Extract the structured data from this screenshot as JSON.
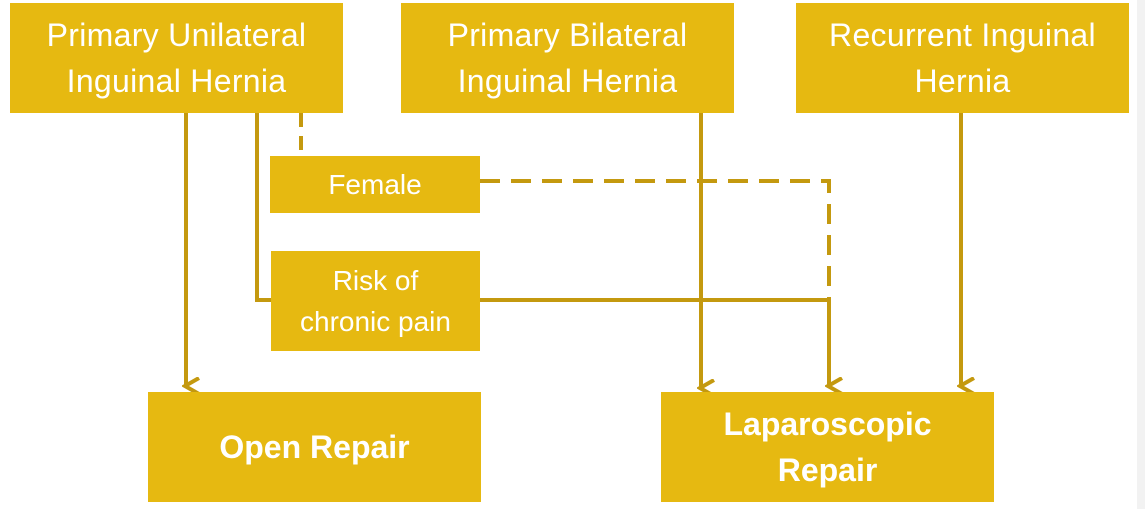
{
  "colors": {
    "box_fill": "#e6b911",
    "line_color": "#c4990f",
    "text_color": "#ffffff"
  },
  "nodes": {
    "primary_unilateral": "Primary Unilateral\nInguinal Hernia",
    "primary_bilateral": "Primary Bilateral\nInguinal Hernia",
    "recurrent": "Recurrent Inguinal\nHernia",
    "female": "Female",
    "chronic_pain": "Risk of\nchronic pain",
    "open_repair": "Open Repair",
    "laparoscopic_repair": "Laparoscopic\nRepair"
  }
}
